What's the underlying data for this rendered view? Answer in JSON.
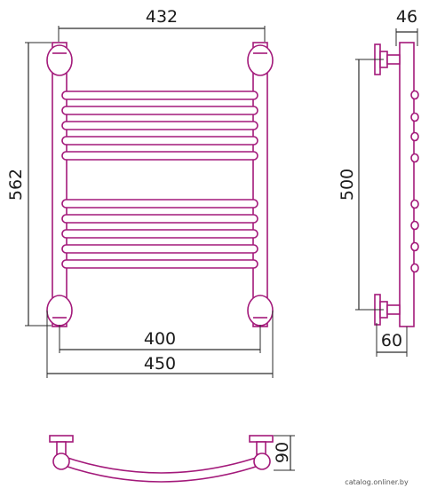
{
  "dimensions": {
    "front_top_width": "432",
    "front_height": "562",
    "front_inner_width": "400",
    "front_outer_width": "450",
    "side_depth_top": "46",
    "side_mount_height": "500",
    "side_wall_offset": "60",
    "top_view_depth": "90"
  },
  "watermark": "catalog.onliner.by",
  "colors": {
    "part": "#a3197a",
    "dimension": "#2b2b2b"
  }
}
